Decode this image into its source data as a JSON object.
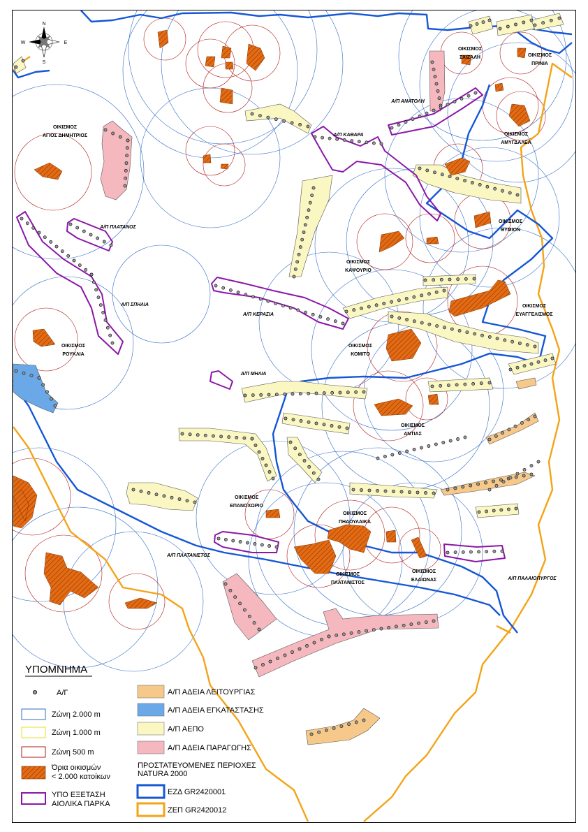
{
  "colors": {
    "zone2000": "#2f6bc7",
    "zone1000": "#f2f07a",
    "zone500": "#b01818",
    "settlement": "#e46b14",
    "study_park": "#8b17a8",
    "lic_operation": "#f6c98a",
    "lic_install": "#6aa8e8",
    "lic_aepo": "#fbf7c2",
    "lic_production": "#f6b8bf",
    "sac": "#1557d6",
    "spa": "#f4a317"
  },
  "compass": {
    "n": "N",
    "s": "S",
    "e": "E",
    "w": "W"
  },
  "settlements": [
    {
      "prefix": "ΟΙΚΙΣΜΟΣ",
      "name": "ΑΓΙΟΣ ΔΗΜΗΤΡΙΟΣ"
    },
    {
      "prefix": "ΟΙΚΙΣΜΟΣ",
      "name": "ΣΧΙΖΑΛΗ"
    },
    {
      "prefix": "ΟΙΚΙΣΜΟΣ",
      "name": "ΠΡΙΝΙΑ"
    },
    {
      "prefix": "ΟΙΚΙΣΜΟΣ",
      "name": "ΑΜΥΓΔΑΛΕΑ"
    },
    {
      "prefix": "ΟΙΚΙΣΜΟΣ",
      "name": "ΘΥΜΙΟΝ"
    },
    {
      "prefix": "ΟΙΚΙΣΜΟΣ",
      "name": "ΚΑΨΟΥΡΙΟ"
    },
    {
      "prefix": "ΟΙΚΙΣΜΟΣ",
      "name": "ΕΥΑΓΓΕΛΙΣΜΟΣ"
    },
    {
      "prefix": "ΟΙΚΙΣΜΟΣ",
      "name": "ΡΟΥΚΛΙΑ"
    },
    {
      "prefix": "ΟΙΚΙΣΜΟΣ",
      "name": "ΚΟΜΙΤΟ"
    },
    {
      "prefix": "ΟΙΚΙΣΜΟΣ",
      "name": "ΑΝΤΙΑΣ"
    },
    {
      "prefix": "ΟΙΚΙΣΜΟΣ",
      "name": "ΕΠΑΝΟΧΩΡΙΟ"
    },
    {
      "prefix": "ΟΙΚΙΣΜΟΣ",
      "name": "ΠΗΔΟΥΛΑΙΚΑ"
    },
    {
      "prefix": "ΟΙΚΙΣΜΟΣ",
      "name": "ΠΛΑΤΑΝΙΣΤΟΣ"
    },
    {
      "prefix": "ΟΙΚΙΣΜΟΣ",
      "name": "ΕΛΑΙΩΝΑΣ"
    }
  ],
  "parks": [
    "Α/Π ΑΝΑΤΟΛΗ",
    "Α/Π ΚΑΘΑΡΑ",
    "Α/Π ΠΛΑΤΑΝΟΣ",
    "Α/Π ΣΠΗΛΙΑ",
    "Α/Π ΚΕΡΑΣΙΑ",
    "Α/Π ΜΗΛΙΑ",
    "Α/Π ΠΛΑΤΑΝΙΣΤΟΣ",
    "Α/Π ΠΑΛΑΙΟΠΥΡΓΟΣ"
  ],
  "legend": {
    "title": "ΥΠΟΜΝΗΜΑ",
    "turbine": "Α/Γ",
    "zone2000": "Ζώνη 2.000 m",
    "zone1000": "Ζώνη 1.000 m",
    "zone500": "Ζώνη 500 m",
    "settlement_l1": "Όρια οικισμών",
    "settlement_l2": "< 2.000 κατοίκων",
    "study_l1": "ΥΠΟ ΕΞΕΤΑΣΗ",
    "study_l2": "ΑΙΟΛΙΚΑ ΠΑΡΚΑ",
    "lic_operation": "Α/Π ΑΔΕΙΑ ΛΕΙΤΟΥΡΓΙΑΣ",
    "lic_install": "Α/Π ΑΔΕΙΑ ΕΓΚΑΤΑΣΤΑΣΗΣ",
    "lic_aepo": "Α/Π ΑΕΠΟ",
    "lic_production": "Α/Π ΑΔΕΙΑ ΠΑΡΑΓΩΓΗΣ",
    "natura_l1": "ΠΡΟΣΤΑΤΕΥΟΜΕΝΕΣ ΠΕΡΙΟΧΕΣ",
    "natura_l2": "NATURA 2000",
    "sac": "ΕΖΔ GR2420001",
    "spa": "ΖΕΠ GR2420012"
  }
}
